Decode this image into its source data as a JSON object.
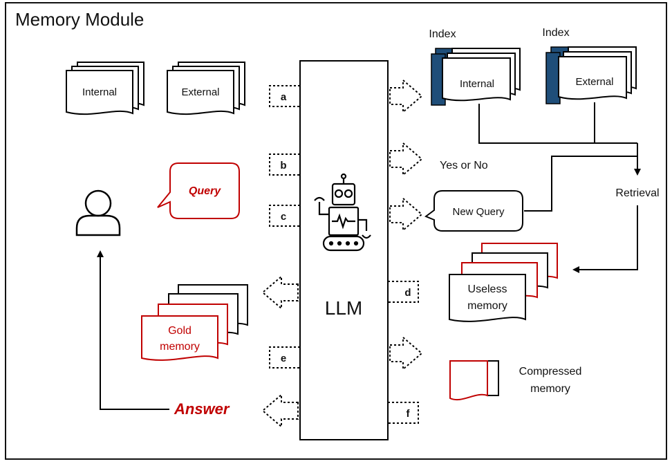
{
  "title": "Memory Module",
  "documents": {
    "internal": "Internal",
    "external": "External"
  },
  "index": {
    "label_internal": "Index",
    "label_external": "Index",
    "internal": "Internal",
    "external": "External"
  },
  "query_bubble": "Query",
  "llm_label": "LLM",
  "steps": [
    "a",
    "b",
    "c",
    "d",
    "e",
    "f"
  ],
  "yes_or_no": "Yes or No",
  "new_query": "New Query",
  "retrieval": "Retrieval",
  "useless_memory": [
    "Useless",
    "memory"
  ],
  "gold_memory": [
    "Gold",
    "memory"
  ],
  "compressed_memory": [
    "Compressed",
    "memory"
  ],
  "answer": "Answer",
  "colors": {
    "accent_red": "#c00000",
    "index_blue": "#1f4e79",
    "line": "#000000"
  }
}
